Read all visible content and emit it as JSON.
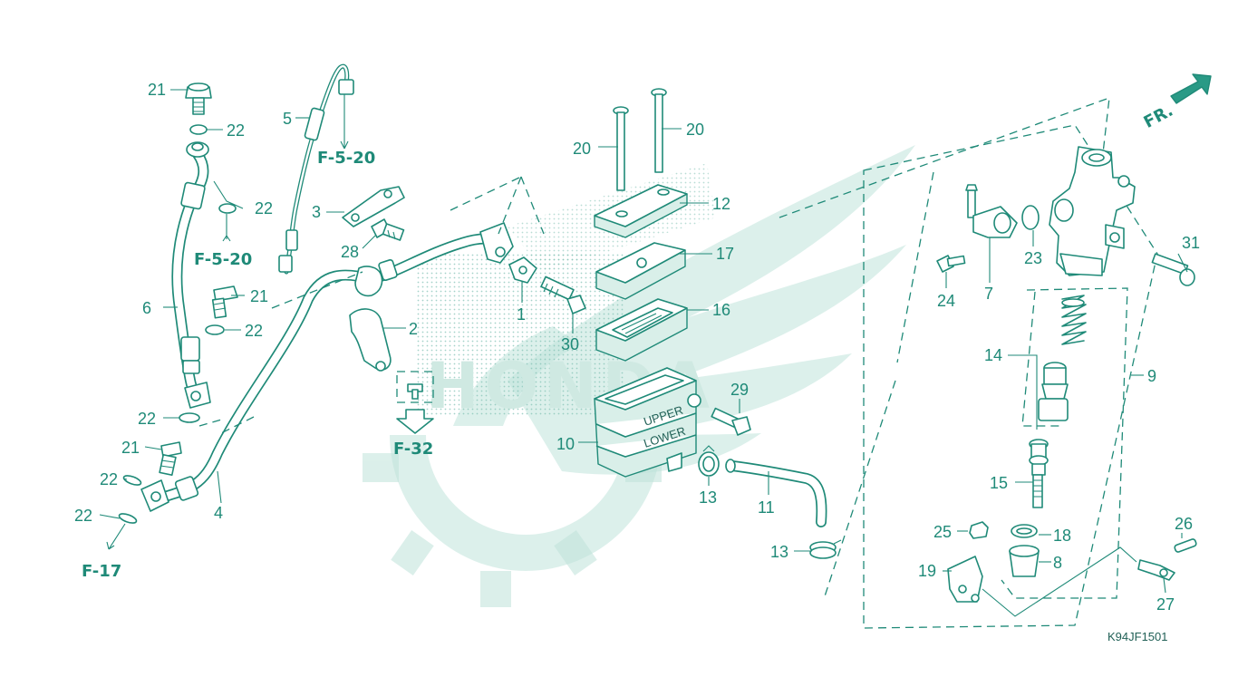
{
  "diagram": {
    "callouts": [
      {
        "id": "c1",
        "label": "1"
      },
      {
        "id": "c2",
        "label": "2"
      },
      {
        "id": "c3",
        "label": "3"
      },
      {
        "id": "c4",
        "label": "4"
      },
      {
        "id": "c5",
        "label": "5"
      },
      {
        "id": "c6",
        "label": "6"
      },
      {
        "id": "c7",
        "label": "7"
      },
      {
        "id": "c8",
        "label": "8"
      },
      {
        "id": "c9",
        "label": "9"
      },
      {
        "id": "c10",
        "label": "10"
      },
      {
        "id": "c11",
        "label": "11"
      },
      {
        "id": "c12",
        "label": "12"
      },
      {
        "id": "c13a",
        "label": "13"
      },
      {
        "id": "c13b",
        "label": "13"
      },
      {
        "id": "c14",
        "label": "14"
      },
      {
        "id": "c15",
        "label": "15"
      },
      {
        "id": "c16",
        "label": "16"
      },
      {
        "id": "c17",
        "label": "17"
      },
      {
        "id": "c18",
        "label": "18"
      },
      {
        "id": "c19",
        "label": "19"
      },
      {
        "id": "c20a",
        "label": "20"
      },
      {
        "id": "c20b",
        "label": "20"
      },
      {
        "id": "c21a",
        "label": "21"
      },
      {
        "id": "c21b",
        "label": "21"
      },
      {
        "id": "c21c",
        "label": "21"
      },
      {
        "id": "c22a",
        "label": "22"
      },
      {
        "id": "c22b",
        "label": "22"
      },
      {
        "id": "c22c",
        "label": "22"
      },
      {
        "id": "c22d",
        "label": "22"
      },
      {
        "id": "c22e",
        "label": "22"
      },
      {
        "id": "c22f",
        "label": "22"
      },
      {
        "id": "c23",
        "label": "23"
      },
      {
        "id": "c24",
        "label": "24"
      },
      {
        "id": "c25",
        "label": "25"
      },
      {
        "id": "c26",
        "label": "26"
      },
      {
        "id": "c27",
        "label": "27"
      },
      {
        "id": "c28",
        "label": "28"
      },
      {
        "id": "c29",
        "label": "29"
      },
      {
        "id": "c30",
        "label": "30"
      },
      {
        "id": "c31",
        "label": "31"
      }
    ],
    "references": {
      "f520a": "F-5-20",
      "f520b": "F-5-20",
      "f32": "F-32",
      "f17": "F-17"
    },
    "front_indicator": "FR.",
    "reservoir_upper": "UPPER",
    "reservoir_lower": "LOWER",
    "diagram_code": "K94JF1501",
    "watermark_text": "HONDA",
    "colors": {
      "line": "#1f8a78",
      "watermark": "#bfe3da",
      "background": "#ffffff"
    }
  }
}
